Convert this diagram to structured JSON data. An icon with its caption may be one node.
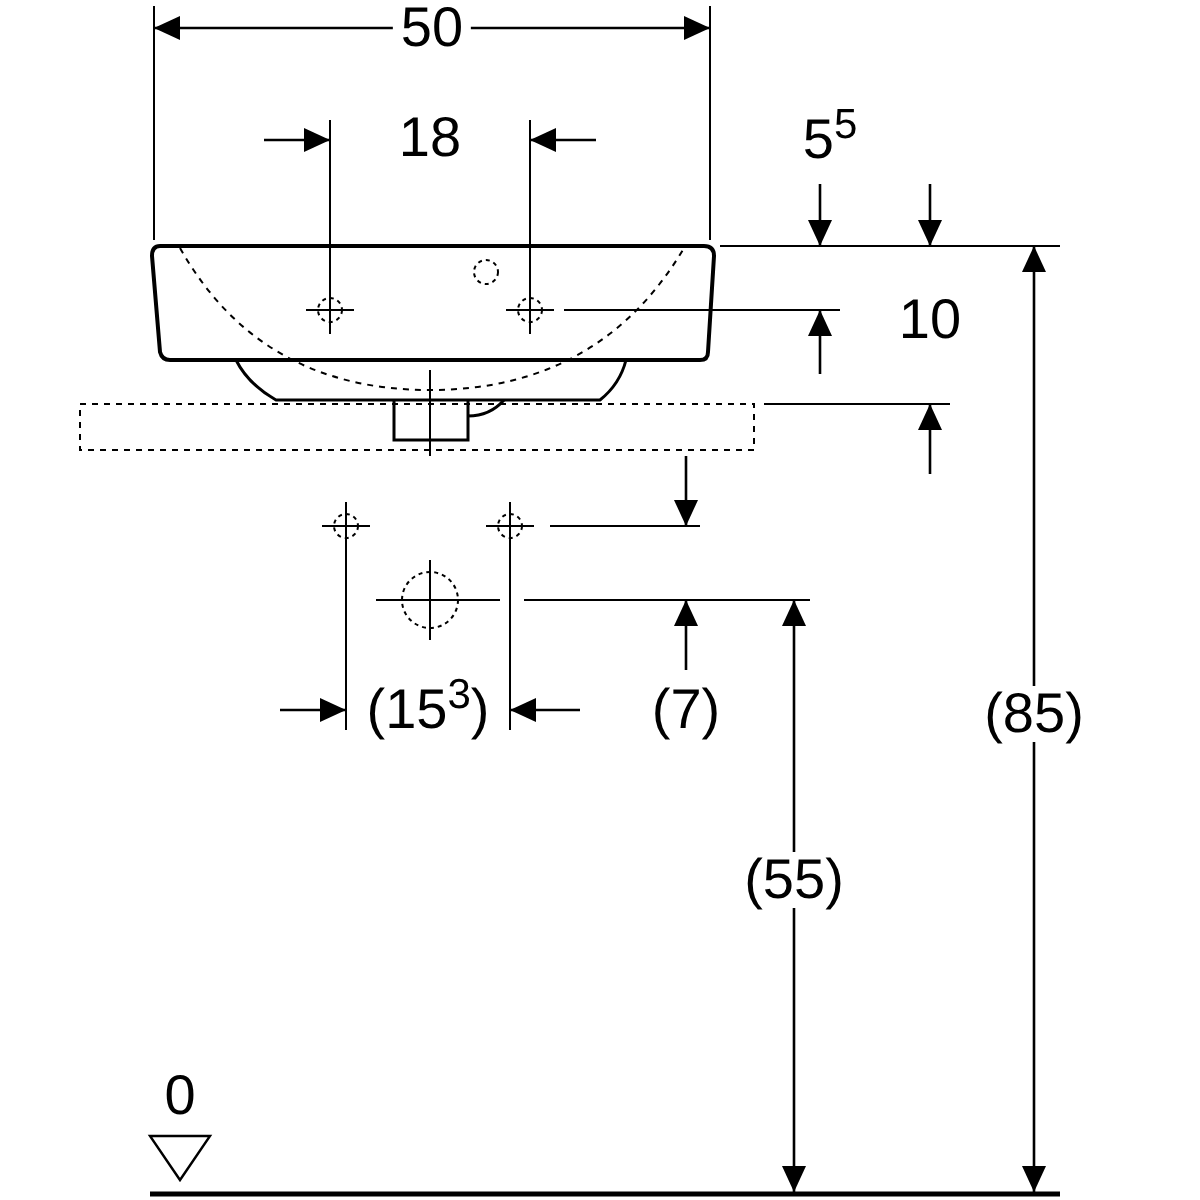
{
  "diagram": {
    "labels": [
      "50",
      "18",
      "5$^{5}$",
      "10",
      "(15$^{3}$)",
      "(7)",
      "(55)",
      "(85)",
      "0"
    ]
  }
}
